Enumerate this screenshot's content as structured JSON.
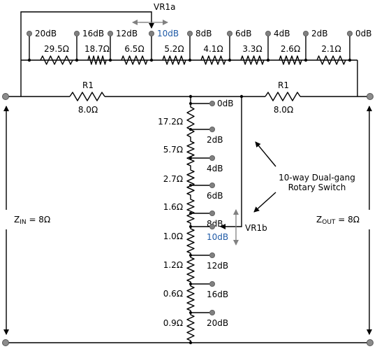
{
  "top_network": {
    "wiper_label": "VR1a",
    "tap_labels": [
      "20dB",
      "16dB",
      "12dB",
      "10dB",
      "8dB",
      "6dB",
      "4dB",
      "2dB",
      "0dB"
    ],
    "resistor_values": [
      "29.5Ω",
      "18.7Ω",
      "6.5Ω",
      "5.2Ω",
      "4.1Ω",
      "3.3Ω",
      "2.6Ω",
      "2.1Ω"
    ]
  },
  "series_resistors": {
    "left": {
      "name": "R1",
      "value": "8.0Ω"
    },
    "right": {
      "name": "R1",
      "value": "8.0Ω"
    }
  },
  "shunt_network": {
    "wiper_label": "VR1b",
    "tap_labels": [
      "0dB",
      "2dB",
      "4dB",
      "6dB",
      "8dB",
      "10dB",
      "12dB",
      "16dB",
      "20dB"
    ],
    "resistor_values": [
      "17.2Ω",
      "5.7Ω",
      "2.7Ω",
      "1.6Ω",
      "1.0Ω",
      "1.2Ω",
      "0.6Ω",
      "0.9Ω"
    ]
  },
  "switch_note": {
    "line1": "10-way Dual-gang",
    "line2": "Rotary Switch"
  },
  "impedance": {
    "zin_main": "Z",
    "zin_sub": "IN",
    "zin_value": " = 8Ω",
    "zout_main": "Z",
    "zout_sub": "OUT",
    "zout_value": " = 8Ω"
  },
  "colors": {
    "selected_tap": "#1f5aa6",
    "arrow_gray": "#808080",
    "terminal": "#8c8c8c"
  }
}
